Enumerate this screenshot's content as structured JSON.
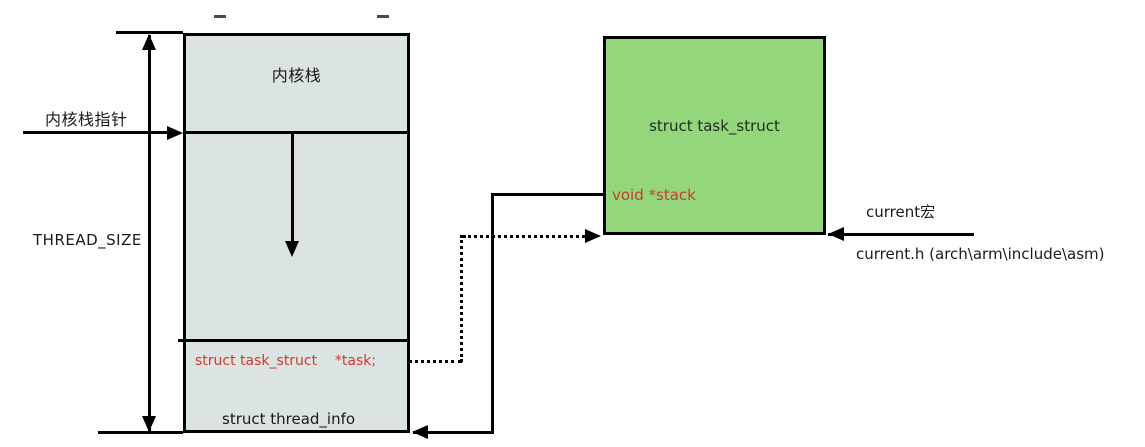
{
  "kernel_stack_box": {
    "label": "内核栈",
    "task_field": "struct task_struct    *task;",
    "footer": "struct thread_info",
    "fill": "#dbe4e3"
  },
  "task_struct_box": {
    "label": "struct task_struct",
    "stack_field": "void *stack",
    "fill": "#94d67c"
  },
  "annotations": {
    "stack_pointer_label": "内核栈指针",
    "thread_size_label": "THREAD_SIZE",
    "current_macro_label": "current宏",
    "current_header_label": "current.h (arch\\arm\\include\\asm)"
  },
  "colors": {
    "field_text_red": "#cc3b2c",
    "line_black": "#000000",
    "kernel_stack_fill": "#dbe4e3",
    "task_struct_fill": "#94d67c"
  }
}
